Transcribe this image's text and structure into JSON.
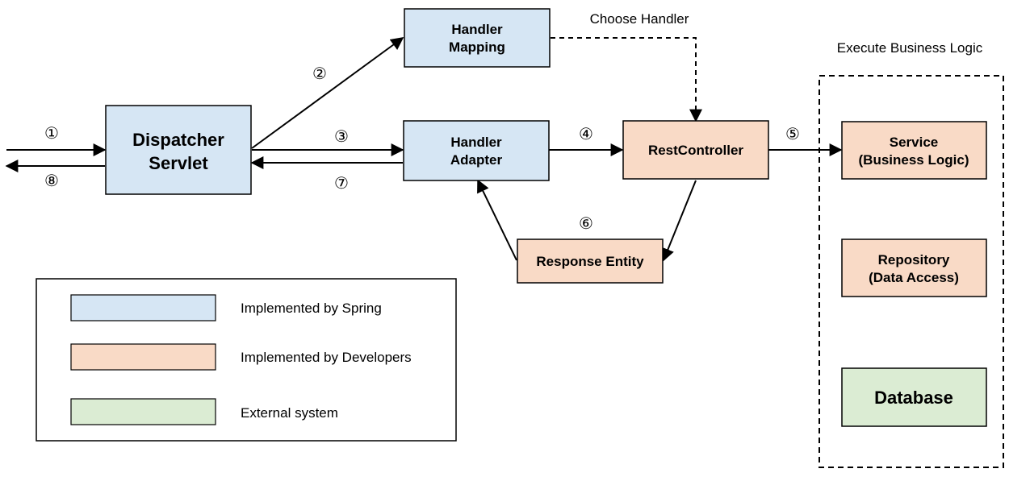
{
  "colors": {
    "spring": "#d6e6f4",
    "developers": "#f9dac6",
    "external": "#dbecd3",
    "stroke": "#000000"
  },
  "nodes": {
    "dispatcher_servlet": [
      "Dispatcher",
      "Servlet"
    ],
    "handler_mapping": [
      "Handler",
      "Mapping"
    ],
    "handler_adapter": [
      "Handler",
      "Adapter"
    ],
    "rest_controller": [
      "RestController"
    ],
    "response_entity": [
      "Response Entity"
    ],
    "service": [
      "Service",
      "(Business Logic)"
    ],
    "repository": [
      "Repository",
      "(Data Access)"
    ],
    "database": [
      "Database"
    ]
  },
  "labels": {
    "choose_handler": "Choose Handler",
    "execute_business_logic": "Execute Business Logic"
  },
  "steps": {
    "s1": "①",
    "s2": "②",
    "s3": "③",
    "s4": "④",
    "s5": "⑤",
    "s6": "⑥",
    "s7": "⑦",
    "s8": "⑧"
  },
  "legend": [
    {
      "label": "Implemented by Spring",
      "color": "#d6e6f4"
    },
    {
      "label": "Implemented by Developers",
      "color": "#f9dac6"
    },
    {
      "label": "External system",
      "color": "#dbecd3"
    }
  ]
}
